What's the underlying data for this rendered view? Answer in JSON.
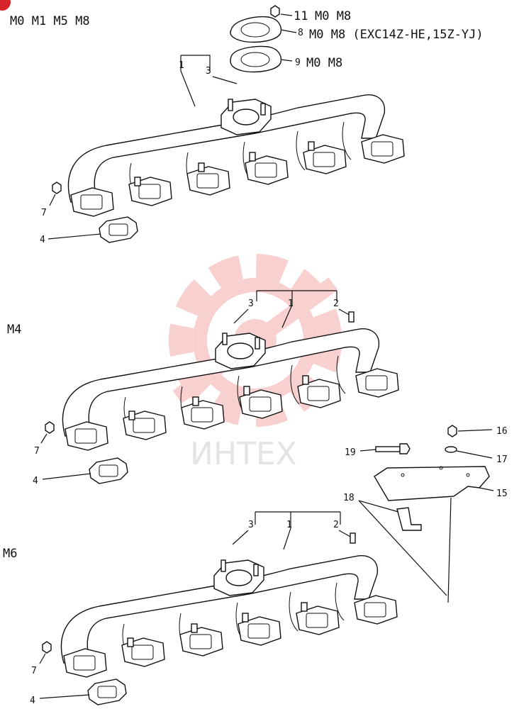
{
  "watermark": {
    "text": "ИНТЕХ",
    "color": "#f4aaaa"
  },
  "groups": [
    {
      "label": "M0 M1 M5 M8",
      "callouts": [
        {
          "num": "11",
          "text": "M0 M8"
        },
        {
          "num": "8",
          "text": "M0 M8 (EXC14Z-HE,15Z-YJ)"
        },
        {
          "num": "9",
          "text": "M0 M8"
        },
        {
          "num": "1",
          "text": ""
        },
        {
          "num": "3",
          "text": ""
        },
        {
          "num": "7",
          "text": ""
        },
        {
          "num": "4",
          "text": ""
        }
      ]
    },
    {
      "label": "M4",
      "callouts": [
        {
          "num": "1",
          "text": ""
        },
        {
          "num": "2",
          "text": ""
        },
        {
          "num": "3",
          "text": ""
        },
        {
          "num": "7",
          "text": ""
        },
        {
          "num": "4",
          "text": ""
        }
      ]
    },
    {
      "label": "M6",
      "callouts": [
        {
          "num": "1",
          "text": ""
        },
        {
          "num": "2",
          "text": ""
        },
        {
          "num": "3",
          "text": ""
        },
        {
          "num": "7",
          "text": ""
        },
        {
          "num": "4",
          "text": ""
        }
      ]
    }
  ],
  "bracket_parts": [
    {
      "num": "16"
    },
    {
      "num": "17"
    },
    {
      "num": "19"
    },
    {
      "num": "15"
    },
    {
      "num": "18"
    }
  ]
}
